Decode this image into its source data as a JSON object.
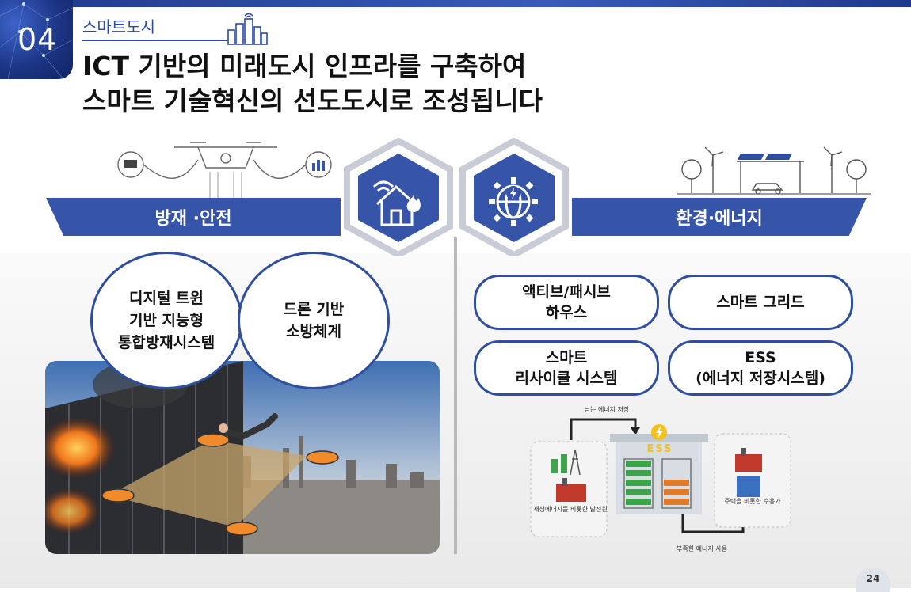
{
  "header": {
    "section_number": "04",
    "section_label": "스마트도시",
    "title_line1": "ICT 기반의 미래도시 인프라를 구축하여",
    "title_line2": "스마트 기술혁신의 선도도시로 조성됩니다"
  },
  "left": {
    "banner": "방재 ·안전",
    "circles": [
      {
        "lines": [
          "디지털 트윈",
          "기반 지능형",
          "통합방재시스템"
        ]
      },
      {
        "lines": [
          "드론 기반",
          "소방체계"
        ]
      }
    ],
    "icons": [
      "drone-icon",
      "house-fire-wifi-icon"
    ]
  },
  "right": {
    "banner": "환경·에너지",
    "pills": [
      {
        "lines": [
          "액티브/패시브",
          "하우스"
        ]
      },
      {
        "lines": [
          "스마트 그리드"
        ]
      },
      {
        "lines": [
          "스마트",
          "리사이클 시스템"
        ]
      },
      {
        "lines": [
          "ESS",
          "(에너지 저장시스템)"
        ]
      }
    ],
    "icons": [
      "energy-gear-globe-icon",
      "solar-wind-landscape-icon"
    ]
  },
  "ess_diagram": {
    "top_label": "남는 에너지 저장",
    "center_label": "ESS",
    "left_caption": "재생에너지를 비롯한 발전원",
    "right_caption": "주택을 비롯한 수용가",
    "bottom_label": "부족한 에너지 사용"
  },
  "footer": {
    "page_number": "24"
  },
  "colors": {
    "primary": "#3654a8",
    "dark_blue": "#1c3585",
    "ess_green": "#3fa34d",
    "ess_orange": "#e07b2b"
  }
}
